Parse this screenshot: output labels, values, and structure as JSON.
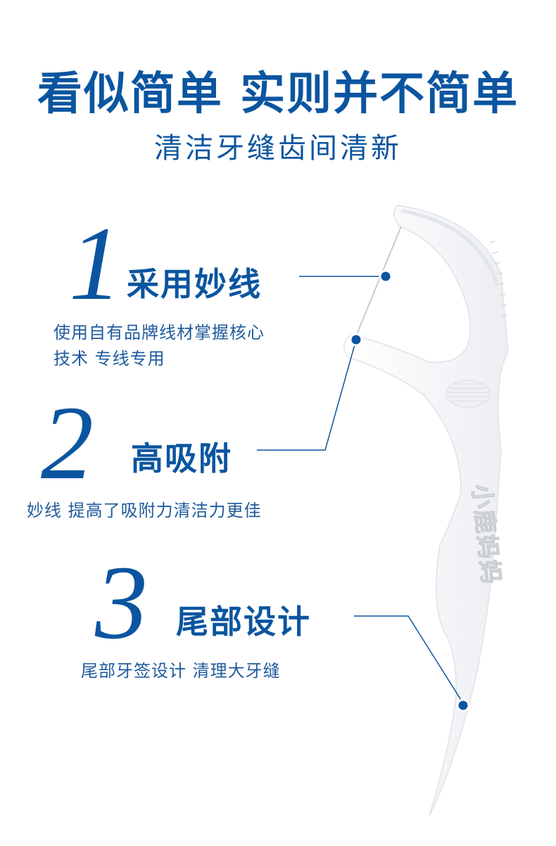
{
  "headline": "看似简单 实则并不简单",
  "subtitle": "清洁牙缝齿间清新",
  "brand_embossed": "小鹿妈妈",
  "colors": {
    "accent": "#0b55a0",
    "pick": "#f6f7f9"
  },
  "features": [
    {
      "number": "1",
      "title": "采用妙线",
      "desc_lines": [
        "使用自有品牌线材掌握核心",
        "技术 专线专用"
      ]
    },
    {
      "number": "2",
      "title": "高吸附",
      "desc_lines": [
        "妙线  提高了吸附力清洁力更佳"
      ]
    },
    {
      "number": "3",
      "title": "尾部设计",
      "desc_lines": [
        "尾部牙签设计 清理大牙缝"
      ]
    }
  ]
}
